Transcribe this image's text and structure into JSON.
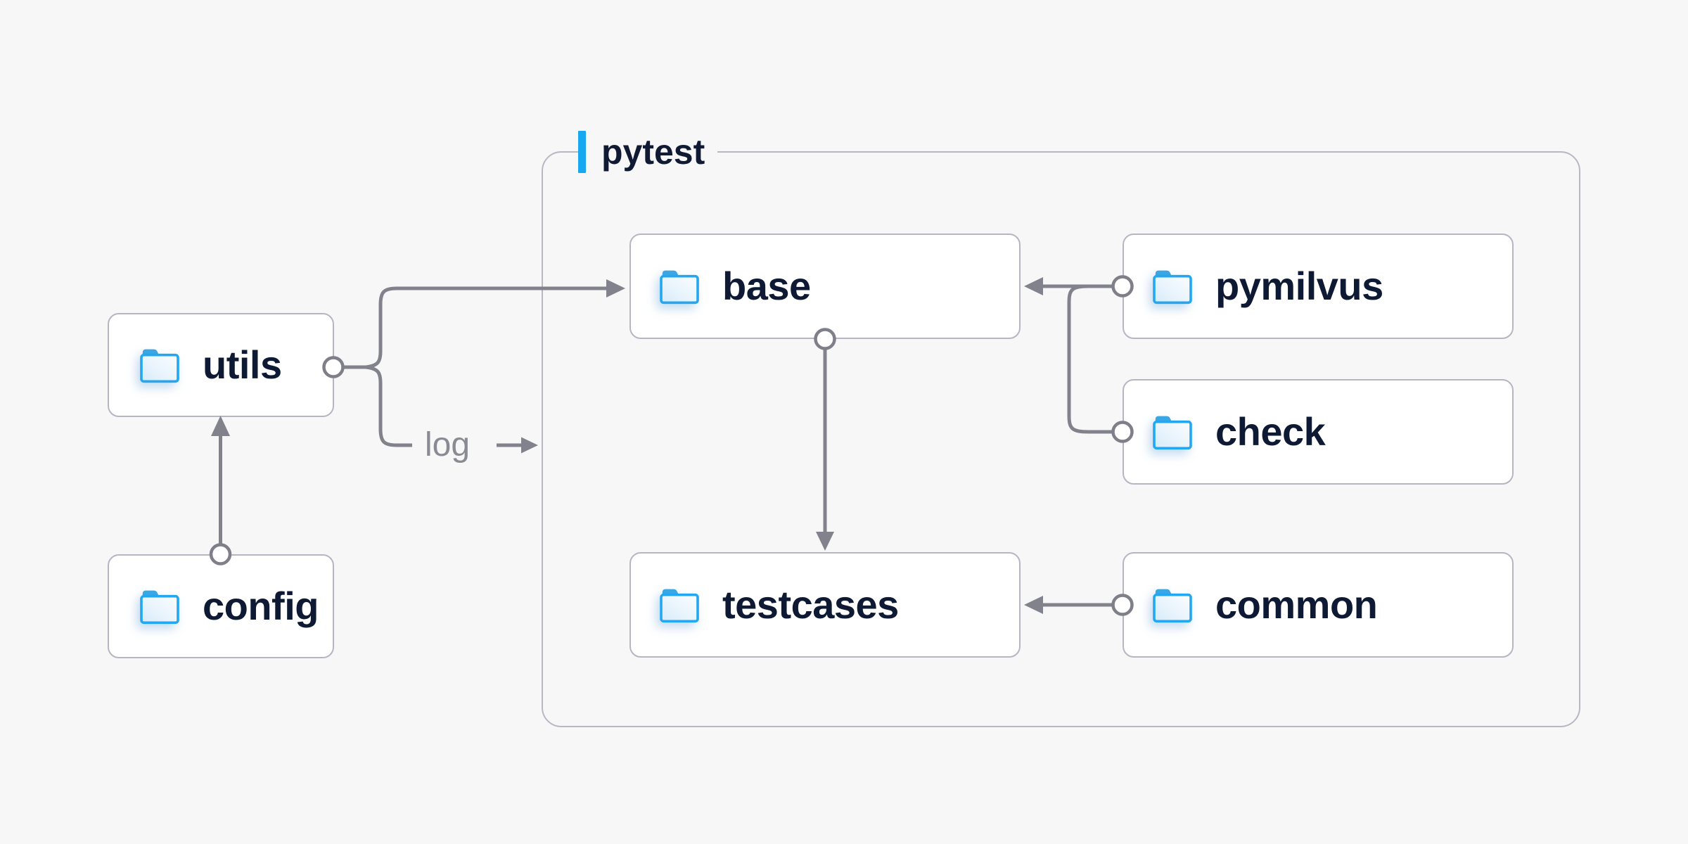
{
  "diagram": {
    "group": {
      "label": "pytest"
    },
    "nodes": [
      {
        "id": "utils",
        "label": "utils",
        "icon": "folder-icon"
      },
      {
        "id": "config",
        "label": "config",
        "icon": "folder-icon"
      },
      {
        "id": "base",
        "label": "base",
        "icon": "folder-icon"
      },
      {
        "id": "pymilvus",
        "label": "pymilvus",
        "icon": "folder-icon"
      },
      {
        "id": "check",
        "label": "check",
        "icon": "folder-icon"
      },
      {
        "id": "testcases",
        "label": "testcases",
        "icon": "folder-icon"
      },
      {
        "id": "common",
        "label": "common",
        "icon": "folder-icon"
      }
    ],
    "edges": [
      {
        "from": "config",
        "to": "utils"
      },
      {
        "from": "utils",
        "to": "base"
      },
      {
        "from": "utils",
        "to": "pytest",
        "label": "log"
      },
      {
        "from": "pymilvus",
        "to": "base"
      },
      {
        "from": "check",
        "to": "base"
      },
      {
        "from": "base",
        "to": "testcases"
      },
      {
        "from": "common",
        "to": "testcases"
      }
    ],
    "log_label": "log",
    "colors": {
      "background": "#f7f7f8",
      "accent_blue": "#18a8f0",
      "node_text": "#0e1a34",
      "box_border": "#b7b5c2",
      "wire_gray": "#82828c",
      "log_text": "#8a8a94",
      "folder_blue": "#23a7f1"
    }
  }
}
